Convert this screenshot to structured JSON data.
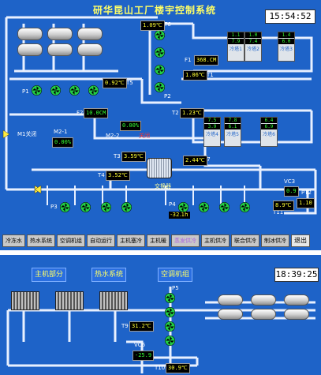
{
  "top": {
    "title": "研华昆山工厂楼宇控制系统",
    "clock": "15:54:52",
    "readouts": {
      "T6": "1.09℃",
      "F1": "368.CM",
      "T1": "1.06℃",
      "T5": "0.92℃",
      "F2": "10.0CM",
      "T2": "1.23℃",
      "M2_1_value": "0.00%",
      "M2_2_value": "0.00%",
      "T3": "3.59℃",
      "T4": "3.52℃",
      "T7": "2.44℃",
      "T11": "8.9℃",
      "VC3": "0.9",
      "PT2": "1.10"
    },
    "labels": {
      "P1": "P1",
      "P2": "P2",
      "P3": "P3",
      "P4": "P4",
      "T6": "T6",
      "F1": "F1",
      "T1": "T1",
      "T5": "T5",
      "F2": "F2",
      "T2": "T2",
      "M1": "M1关闭",
      "M2_1": "M2-1",
      "M2_2": "M2-2",
      "M2_2_state": "关闭",
      "T3": "T3",
      "T4": "T4",
      "T7": "T7",
      "T11": "T11",
      "VC3": "VC3",
      "PT2": "PT2",
      "exchanger": "交换器",
      "p4_flow": "-32.1h"
    },
    "tabs": [
      "冷冻水",
      "热水系统",
      "空调机组",
      "自动运行",
      "主机塞冷",
      "主机暖",
      "蒸发供冷",
      "主机供冷",
      "联合供冷",
      "制冰供冷"
    ],
    "exit_label": "退出",
    "chillers": [
      {
        "a": "1.1",
        "b": "7.9",
        "label": "冷塔1"
      },
      {
        "a": "1.0",
        "b": "7.4",
        "label": "冷塔2"
      },
      {
        "a": "1.4",
        "b": "6.0",
        "label": "冷塔3"
      },
      {
        "a": "7.5",
        "b": "3.9",
        "label": "冷塔4"
      },
      {
        "a": "7.8",
        "b": "6.1",
        "label": "冷塔5"
      },
      {
        "a": "6.4",
        "b": "6.9",
        "label": "冷塔6"
      }
    ]
  },
  "bottom": {
    "tab_main": "主机部分",
    "tab_heat": "热水系统",
    "tab_air": "空调机组",
    "clock": "18:39:25",
    "readouts": {
      "T9": "31.2℃",
      "VC6": "-25.9",
      "T10": "30.9℃"
    },
    "labels": {
      "P5": "P5",
      "T9": "T9",
      "VC6": "VC6",
      "T10": "T10"
    }
  },
  "colors": {
    "panel": "#1e63c8",
    "pipe": "#e8f0ff",
    "fan": "#22cc44",
    "readout_text": "#ffff33"
  }
}
